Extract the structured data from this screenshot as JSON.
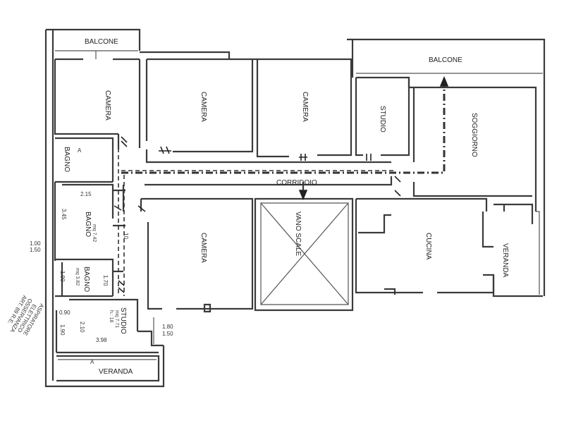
{
  "rooms": {
    "balcone_left": "BALCONE",
    "balcone_right": "BALCONE",
    "camera_1": "CAMERA",
    "camera_2": "CAMERA",
    "camera_3": "CAMERA",
    "camera_4": "CAMERA",
    "studio_top": "STUDIO",
    "soggiorno": "SOGGIORNO",
    "corridoio": "CORRIDOIO",
    "vano_scale": "VANO SCALE",
    "cucina": "CUCINA",
    "veranda_right": "VERANDA",
    "veranda_bottom": "VERANDA",
    "bagno_1": "BAGNO",
    "bagno_2": "BAGNO",
    "bagno_3": "BAGNO",
    "studio_small": "STUDIO"
  },
  "area_labels": {
    "bagno_2": "mq 7.42",
    "bagno_3": "mq 3.82",
    "studio_small_1": "mq 7.71",
    "studio_small_2": "h.: 18"
  },
  "marks": {
    "bagno_a": "A",
    "bottom_a": "A",
    "camera_10": "10"
  },
  "dimensions": {
    "d_215": "2.15",
    "d_345": "3.45",
    "d_170": "1.70",
    "d_190a": "1.90",
    "d_090": "0.90",
    "d_190b": "1.90",
    "d_210": "2.10",
    "d_398": "3.98",
    "d_100": "1.00",
    "d_150": "1.50",
    "d_180": "1.80",
    "d_150b": "1.50"
  },
  "note": {
    "line1": "ASPIRATORE",
    "line2": "ELETTRICO",
    "line3": "OSSERVANZA",
    "line4": "ART. 89 R.E."
  }
}
